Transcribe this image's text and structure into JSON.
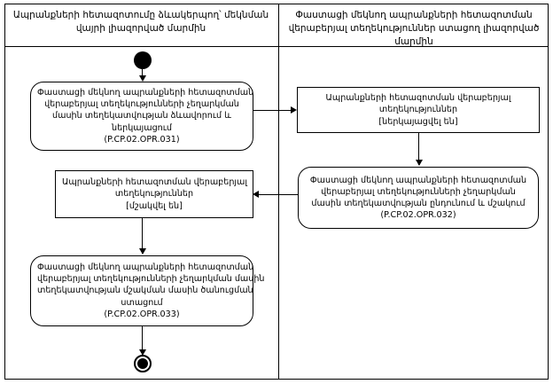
{
  "diagram": {
    "title": "UML activity diagram with swimlanes",
    "lanes": [
      {
        "id": "lane-left",
        "title_line1": "Ապրանքների հետազոտումը ձևակերպող՝ մեկնման վայրի",
        "title_line2": "լիազորված մարմին"
      },
      {
        "id": "lane-right",
        "title_line1": "Փաստացի մեկնող ապրանքների հետազոտման վերաբերյալ",
        "title_line2": "տեղեկություններ ստացող լիազորված մարմին"
      }
    ],
    "nodes": {
      "initial": {
        "name": "initial-node"
      },
      "activity_031": {
        "lines": [
          "Փաստացի մեկնող ապրանքների հետազոտման",
          "վերաբերյալ տեղեկությունների չեղարկման",
          "մասին տեղեկատվության ձևավորում և",
          "ներկայացում",
          "(P.CP.02.OPR.031)"
        ]
      },
      "object_presented": {
        "lines": [
          "Ապրանքների հետազոտման վերաբերյալ",
          "տեղեկություններ",
          "[ներկայացվել են]"
        ]
      },
      "activity_032": {
        "lines": [
          "Փաստացի մեկնող ապրանքների հետազոտման",
          "վերաբերյալ տեղեկությունների չեղարկման",
          "մասին տեղեկատվության ընդունում և մշակում",
          "(P.CP.02.OPR.032)"
        ]
      },
      "object_processed": {
        "lines": [
          "Ապրանքների հետազոտման վերաբերյալ",
          "տեղեկություններ",
          "[մշակվել են]"
        ]
      },
      "activity_033": {
        "lines": [
          "Փաստացի մեկնող ապրանքների հետազոտման",
          "վերաբերյալ տեղեկությունների չեղարկման մասին",
          "տեղեկատվության մշակման մասին ծանուցման",
          "ստացում",
          "(P.CP.02.OPR.033)"
        ]
      },
      "final": {
        "name": "final-node"
      }
    },
    "colors": {
      "stroke": "#000000",
      "background": "#ffffff",
      "text": "#000000"
    }
  }
}
